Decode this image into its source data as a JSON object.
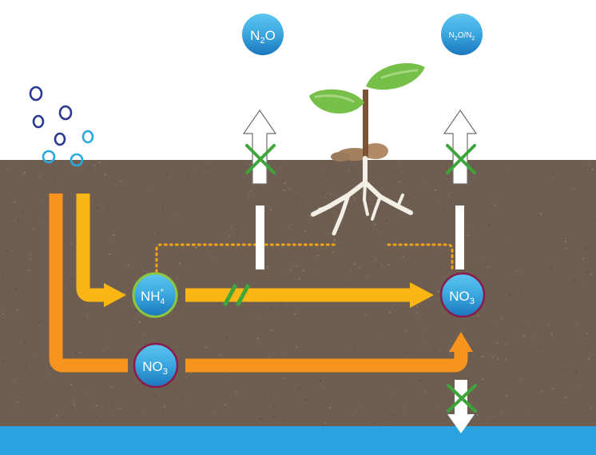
{
  "colors": {
    "soil": "#6e5e52",
    "water": "#2aa3e0",
    "sky": "#ffffff",
    "flow_main": "#f7941e",
    "flow_secondary": "#fbb613",
    "uptake_dotted": "#f0a318",
    "blocked_x": "#3da53a",
    "bubble_blue_dark": "#1b75bb",
    "bubble_blue_light": "#5cc6ee",
    "ring_green": "#8dc63f",
    "ring_maroon": "#8b1a4a",
    "leaf": "#76bf48",
    "stem": "#7a5434",
    "root": "#f3efe6",
    "pellet_dark": "#2b3990",
    "pellet_light": "#27aae1"
  },
  "bubbles": {
    "ammonium": {
      "label": "NH",
      "sub": "4",
      "sup": "+"
    },
    "nitrate_top": {
      "label": "NO",
      "sub": "3"
    },
    "nitrate_bottom": {
      "label": "NO",
      "sub": "3"
    },
    "nitrous_oxide": {
      "label_a": "N",
      "sub_a": "2",
      "label_b": "O"
    },
    "denitrification_gas": {
      "label_a": "N",
      "sub_a": "2",
      "label_b": "O/N",
      "sub_b": "2"
    }
  },
  "icons": [
    "fertilizer-pellets-icon",
    "plant-icon",
    "blocked-x-icon",
    "up-arrow-icon",
    "down-arrow-icon"
  ]
}
